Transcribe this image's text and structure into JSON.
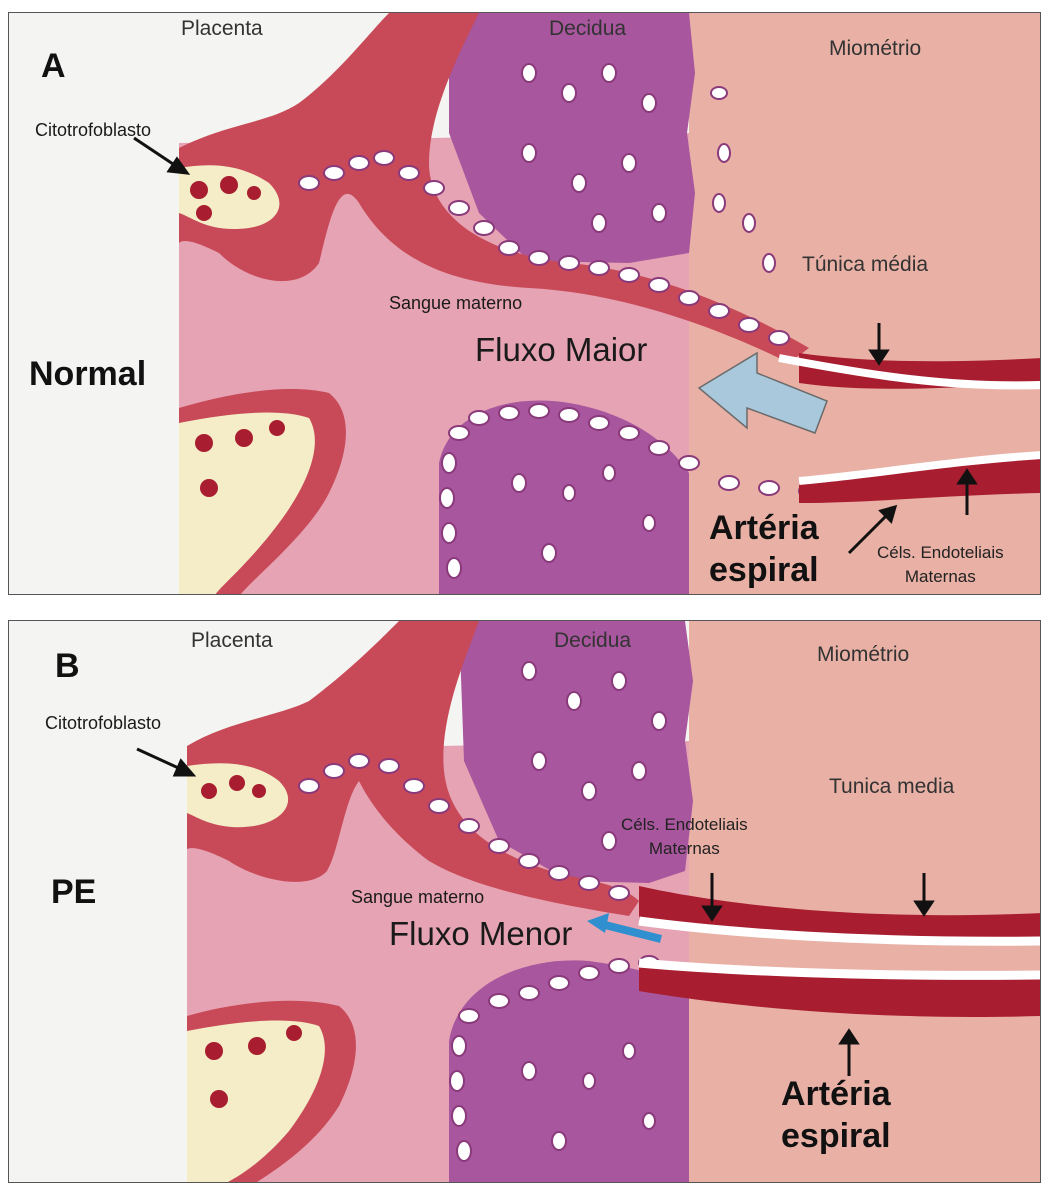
{
  "colors": {
    "placenta_bg": "#f4f4f2",
    "villus_red": "#c84a58",
    "villus_core": "#f5edc8",
    "maternal_blood": "#e6a3b3",
    "decidua": "#a8569d",
    "decidua_light": "#c47ab8",
    "myometrium": "#e9b0a5",
    "tunica": "#a81d2f",
    "cell_fill": "#ffffff",
    "cell_border": "#8a3a7a",
    "flow_big": "#a9c8dc",
    "flow_small": "#2f8fcf"
  },
  "panels": [
    {
      "letter": "A",
      "condition": "Normal",
      "placenta": "Placenta",
      "decidua": "Decidua",
      "myometrium": "Miométrio",
      "cytotrophoblast": "Citotrofoblasto",
      "maternal_blood": "Sangue materno",
      "flow": "Fluxo Maior",
      "tunica": "Túnica média",
      "artery_line1": "Artéria",
      "artery_line2": "espiral",
      "endothelial_line1": "Céls. Endoteliais",
      "endothelial_line2": "Maternas"
    },
    {
      "letter": "B",
      "condition": "PE",
      "placenta": "Placenta",
      "decidua": "Decidua",
      "myometrium": "Miométrio",
      "cytotrophoblast": "Citotrofoblasto",
      "maternal_blood": "Sangue materno",
      "flow": "Fluxo Menor",
      "tunica": "Tunica media",
      "artery_line1": "Artéria",
      "artery_line2": "espiral",
      "endothelial_line1": "Céls. Endoteliais",
      "endothelial_line2": "Maternas"
    }
  ]
}
